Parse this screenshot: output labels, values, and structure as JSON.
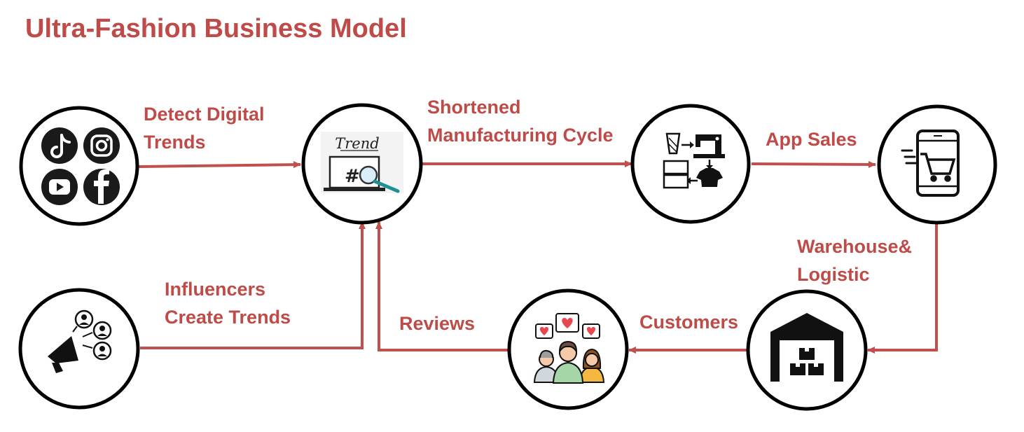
{
  "title": "Ultra-Fashion Business Model",
  "colors": {
    "accent": "#be4b48",
    "arrow": "#c0504d",
    "circle_stroke": "#000000",
    "icon": "#1a1a1a"
  },
  "nodes": [
    {
      "id": "social-media",
      "icons": [
        "tiktok-icon",
        "instagram-icon",
        "youtube-icon",
        "facebook-icon"
      ]
    },
    {
      "id": "trend-analysis",
      "icons": [
        "laptop-icon",
        "hashtag-icon",
        "magnifier-icon"
      ],
      "text": "Trend"
    },
    {
      "id": "manufacturing",
      "icons": [
        "sewing-machine-icon",
        "thread-spool-icon",
        "shirt-icon",
        "boxes-icon"
      ]
    },
    {
      "id": "app-sales",
      "icons": [
        "smartphone-icon",
        "shopping-cart-icon"
      ]
    },
    {
      "id": "warehouse",
      "icons": [
        "warehouse-icon",
        "boxes-icon"
      ]
    },
    {
      "id": "customers",
      "icons": [
        "people-icon",
        "heart-bubble-icon"
      ]
    },
    {
      "id": "influencers",
      "icons": [
        "megaphone-icon",
        "user-icon"
      ]
    }
  ],
  "edges": [
    {
      "from": "social-media",
      "to": "trend-analysis",
      "label": [
        "Detect Digital",
        "Trends"
      ]
    },
    {
      "from": "trend-analysis",
      "to": "manufacturing",
      "label": [
        "Shortened",
        "Manufacturing Cycle"
      ]
    },
    {
      "from": "manufacturing",
      "to": "app-sales",
      "label": [
        "App Sales"
      ]
    },
    {
      "from": "app-sales",
      "to": "warehouse",
      "label": [
        "Warehouse&",
        "Logistic"
      ]
    },
    {
      "from": "warehouse",
      "to": "customers",
      "label": [
        "Customers"
      ]
    },
    {
      "from": "customers",
      "to": "trend-analysis",
      "label": [
        "Reviews"
      ]
    },
    {
      "from": "influencers",
      "to": "trend-analysis",
      "label": [
        "Influencers",
        "Create Trends"
      ]
    }
  ]
}
